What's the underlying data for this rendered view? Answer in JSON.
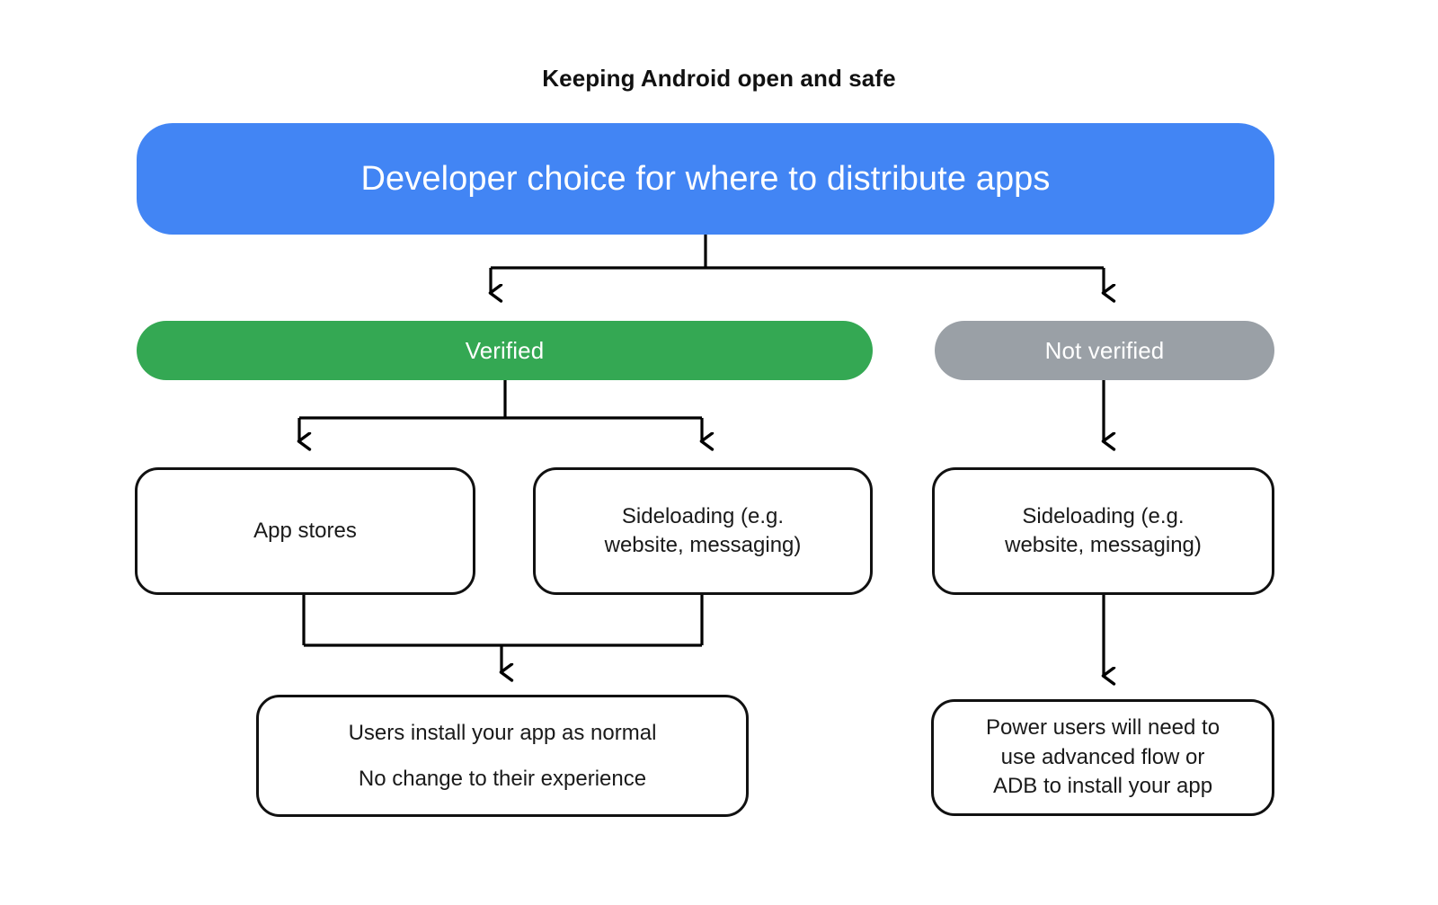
{
  "page": {
    "title": "Keeping Android open and safe",
    "background": "#ffffff"
  },
  "colors": {
    "primary_blue": "#4285f4",
    "verified_green": "#34a853",
    "not_verified_gray": "#9aa0a6",
    "card_border": "#111111",
    "text_dark": "#111111",
    "text_light": "#ffffff",
    "connector": "#000000"
  },
  "diagram": {
    "type": "flowchart",
    "orientation": "top-down",
    "nodes": [
      {
        "id": "developer-choice",
        "label": "Developer choice for where to distribute apps",
        "style": "chip",
        "fill": "#4285f4",
        "level": 1
      },
      {
        "id": "verified",
        "label": "Verified",
        "style": "chip",
        "fill": "#34a853",
        "level": 2
      },
      {
        "id": "not-verified",
        "label": "Not verified",
        "style": "chip",
        "fill": "#9aa0a6",
        "level": 2
      },
      {
        "id": "app-stores",
        "label": "App stores",
        "style": "card",
        "level": 3
      },
      {
        "id": "sideloading-verified",
        "line1": "Sideloading (e.g.",
        "line2": "website, messaging)",
        "style": "card",
        "level": 3
      },
      {
        "id": "sideloading-unverified",
        "line1": "Sideloading (e.g.",
        "line2": "website, messaging)",
        "style": "card",
        "level": 3
      },
      {
        "id": "users-install",
        "line1": "Users install your app as normal",
        "line2": "No change to their experience",
        "style": "card",
        "level": 4
      },
      {
        "id": "power-users",
        "line1": "Power users will need to",
        "line2": "use advanced flow or",
        "line3": "ADB to install your app",
        "style": "card",
        "level": 4
      }
    ],
    "edges": [
      {
        "from": "developer-choice",
        "to": "verified",
        "kind": "split-arrow"
      },
      {
        "from": "developer-choice",
        "to": "not-verified",
        "kind": "split-arrow"
      },
      {
        "from": "verified",
        "to": "app-stores",
        "kind": "split-arrow"
      },
      {
        "from": "verified",
        "to": "sideloading-verified",
        "kind": "split-arrow"
      },
      {
        "from": "not-verified",
        "to": "sideloading-unverified",
        "kind": "straight-arrow"
      },
      {
        "from": "app-stores",
        "to": "users-install",
        "kind": "merge-arrow"
      },
      {
        "from": "sideloading-verified",
        "to": "users-install",
        "kind": "merge-arrow"
      },
      {
        "from": "sideloading-unverified",
        "to": "power-users",
        "kind": "straight-arrow"
      }
    ]
  }
}
